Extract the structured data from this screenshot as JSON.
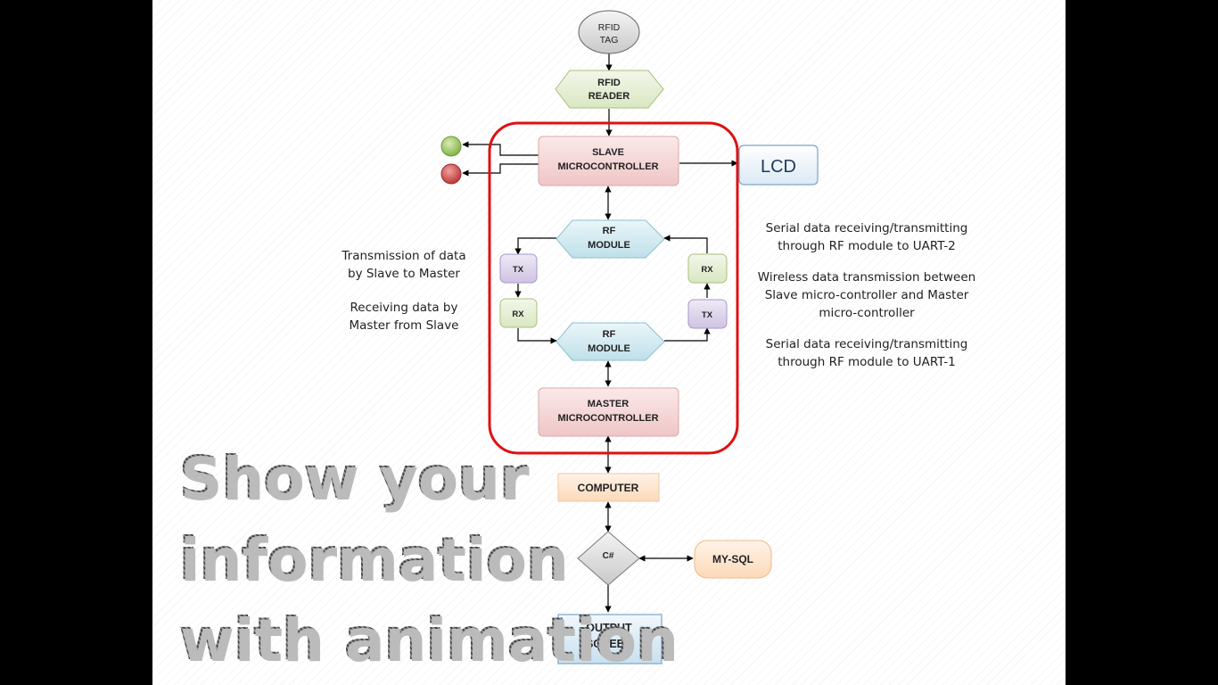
{
  "diagram": {
    "rfid_tag": "RFID TAG",
    "rfid_reader": "RFID READER",
    "slave_mc": "SLAVE MICROCONTROLLER",
    "lcd": "LCD",
    "rf_module_top": "RF MODULE",
    "rf_module_bottom": "RF MODULE",
    "tx_left": "TX",
    "rx_left": "RX",
    "rx_right": "RX",
    "tx_right": "TX",
    "master_mc": "MASTER MICROCONTROLLER",
    "computer": "COMPUTER",
    "csharp": "C#",
    "mysql": "MY-SQL",
    "output_screen": "OUTPUT SCREEN"
  },
  "notes": {
    "left_1a": "Transmission of data",
    "left_1b": "by Slave to Master",
    "left_2a": "Receiving data by",
    "left_2b": "Master from Slave",
    "right_1a": "Serial data receiving/transmitting",
    "right_1b": "through RF module to UART-2",
    "right_2a": "Wireless data transmission between",
    "right_2b": "Slave micro-controller and Master",
    "right_2c": "micro-controller",
    "right_3a": "Serial data receiving/transmitting",
    "right_3b": "through RF module to UART-1"
  },
  "overlay": {
    "line1": "Show your",
    "line2": "information",
    "line3": "with animation"
  },
  "colors": {
    "highlight_frame": "#e01010",
    "slave_fill": "#f4d4d4",
    "rf_fill": "#d3ecf2",
    "tx_fill": "#dcd3ea",
    "rx_fill": "#e2edd0",
    "reader_fill": "#e6efd6",
    "computer_fill": "#fde5cf",
    "led_green": "#8fbf52",
    "led_red": "#cc4444"
  }
}
